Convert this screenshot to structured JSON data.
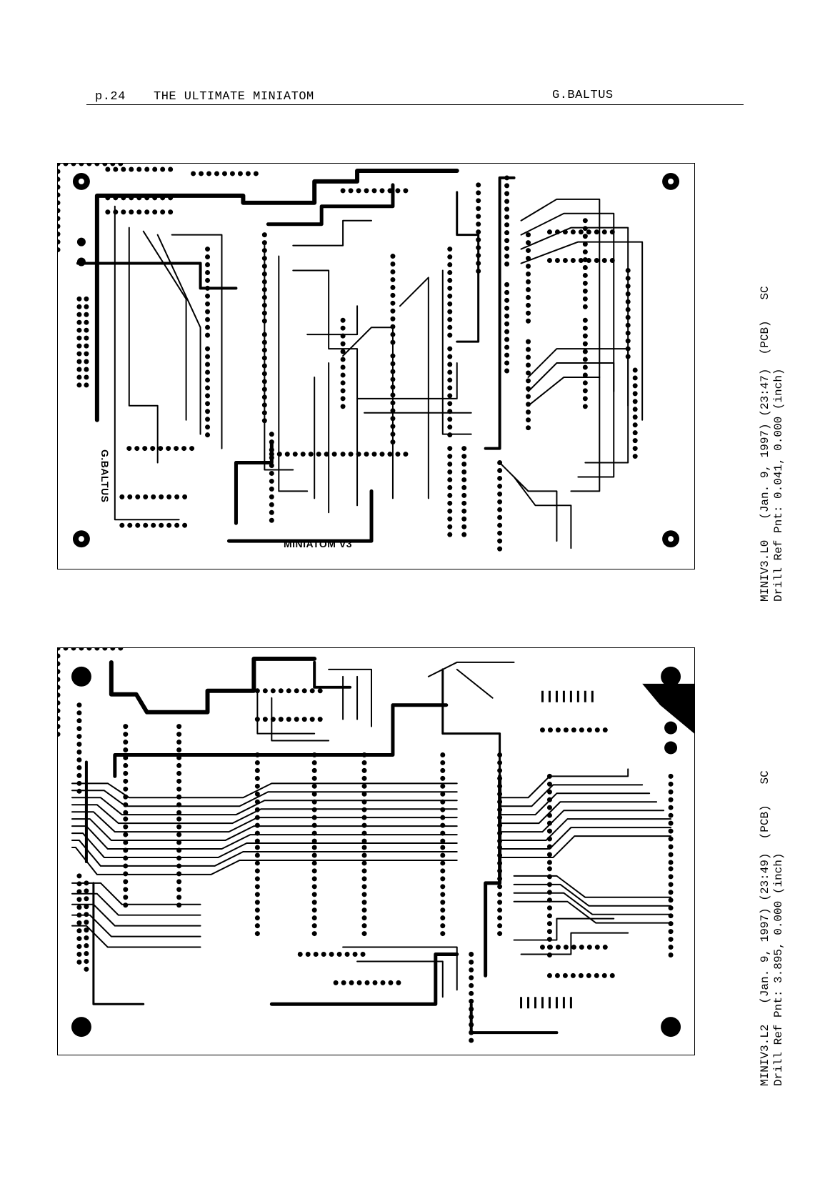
{
  "header": {
    "page": "p.24",
    "title": "THE ULTIMATE MINIATOM",
    "author": "G.BALTUS"
  },
  "board_top": {
    "author_mark": "G.BALTUS",
    "board_name": "MINIATOM V3",
    "caption_line1": "MINIV3.L0   (Jan. 9, 1997) (23:47)  (PCB)   SC",
    "caption_line2": "Drill Ref Pnt: 0.041, 0.000 (inch)"
  },
  "board_bottom": {
    "caption_line1": "MINIV3.L2   (Jan. 9, 1997) (23:49)  (PCB)   SC",
    "caption_line2": "Drill Ref Pnt: 3.895, 0.000 (inch)"
  },
  "colors": {
    "ink": "#000000",
    "paper": "#ffffff"
  }
}
